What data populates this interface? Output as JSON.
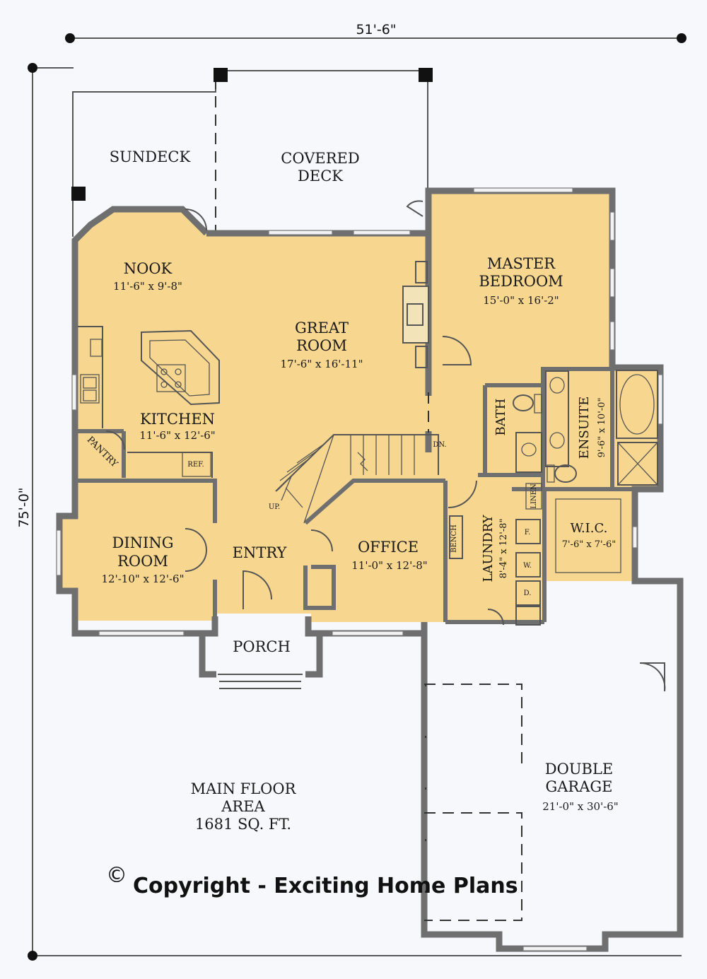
{
  "dimensions": {
    "width_label": "51'-6\"",
    "depth_label": "75'-0\""
  },
  "rooms": {
    "sundeck": {
      "name": "SUNDECK"
    },
    "covered_deck": {
      "line1": "COVERED",
      "line2": "DECK"
    },
    "nook": {
      "name": "NOOK",
      "size": "11'-6\" x 9'-8\""
    },
    "great_room": {
      "line1": "GREAT",
      "line2": "ROOM",
      "size": "17'-6\" x 16'-11\""
    },
    "master_bedroom": {
      "line1": "MASTER",
      "line2": "BEDROOM",
      "size": "15'-0\" x 16'-2\""
    },
    "kitchen": {
      "name": "KITCHEN",
      "size": "11'-6\" x 12'-6\""
    },
    "pantry": {
      "name": "PANTRY"
    },
    "ref": {
      "name": "REF."
    },
    "bath": {
      "name": "BATH"
    },
    "ensuite": {
      "name": "ENSUITE",
      "size": "9'-6\" x 10'-0\""
    },
    "linen": {
      "name": "LINEN"
    },
    "wic": {
      "name": "W.I.C.",
      "size": "7'-6\" x 7'-6\""
    },
    "dining_room": {
      "line1": "DINING",
      "line2": "ROOM",
      "size": "12'-10\" x 12'-6\""
    },
    "entry": {
      "name": "ENTRY"
    },
    "office": {
      "name": "OFFICE",
      "size": "11'-0\" x 12'-8\""
    },
    "laundry": {
      "name": "LAUNDRY",
      "size": "8'-4\" x 12'-8\""
    },
    "bench": {
      "name": "BENCH"
    },
    "porch": {
      "name": "PORCH"
    },
    "garage": {
      "line1": "DOUBLE",
      "line2": "GARAGE",
      "size": "21'-0\" x 30'-6\""
    }
  },
  "stairs": {
    "up": "UP.",
    "down": "DN."
  },
  "appliances": {
    "freezer": "F.",
    "washer": "W.",
    "dryer": "D."
  },
  "floor_area": {
    "line1": "MAIN FLOOR",
    "line2": "AREA",
    "line3": "1681 SQ. FT."
  },
  "copyright": {
    "symbol": "©",
    "text": "Copyright - Exciting Home Plans"
  },
  "colors": {
    "room_fill": "#f7d78f",
    "wall": "#6f6f6f",
    "background": "#f7f8fb"
  }
}
